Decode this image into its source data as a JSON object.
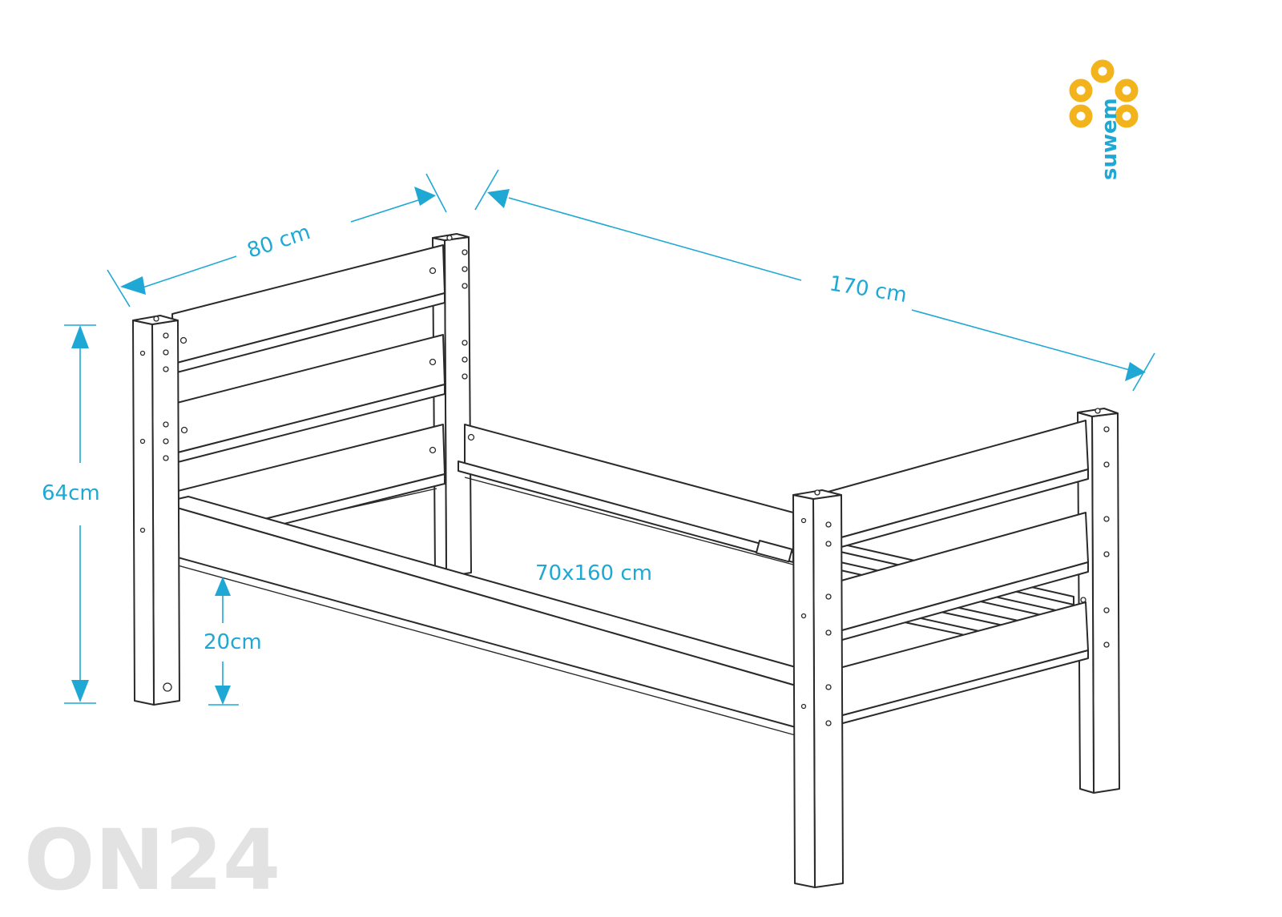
{
  "dimensions": {
    "width": "80 cm",
    "length": "170 cm",
    "height": "64cm",
    "clearance": "20cm",
    "mattress": "70x160 cm"
  },
  "brand": {
    "name": "suwem",
    "accent_color": "#f2b31c",
    "text_color": "#1fa8d4"
  },
  "watermark": {
    "text": "ON24",
    "color": "#e2e2e2"
  },
  "colors": {
    "dimension": "#1fa8d4",
    "line": "#2a2a2a"
  }
}
